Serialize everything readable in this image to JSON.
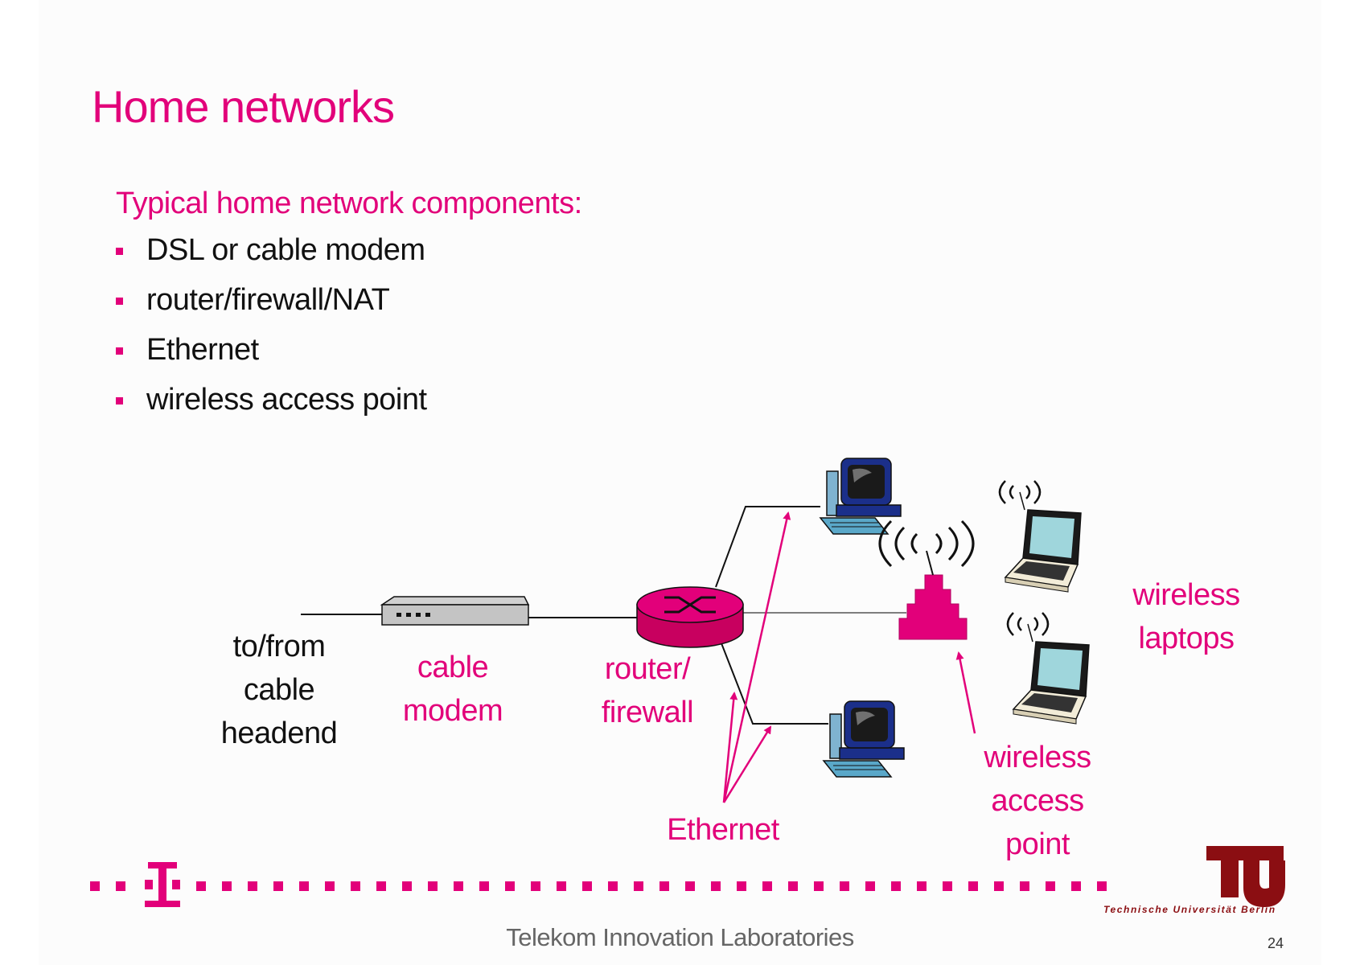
{
  "slide": {
    "title": "Home networks",
    "subtitle": "Typical home network components:",
    "bullets": [
      "DSL or cable modem",
      "router/firewall/NAT",
      "Ethernet",
      "wireless access point"
    ],
    "page_number": "24",
    "footer": "Telekom Innovation Laboratories"
  },
  "diagram": {
    "labels": {
      "headend": [
        "to/from",
        "cable",
        "headend"
      ],
      "cable_modem": [
        "cable",
        "modem"
      ],
      "router": [
        "router/",
        "firewall"
      ],
      "ethernet": "Ethernet",
      "access_point": [
        "wireless",
        "access",
        "point"
      ],
      "laptops": [
        "wireless",
        "laptops"
      ]
    },
    "icons": [
      "cable-modem-icon",
      "router-icon",
      "desktop-computer-icon",
      "wireless-access-point-icon",
      "laptop-icon"
    ]
  },
  "branding": {
    "telekom_logo": "T",
    "tu_logo_text": "TU berlin",
    "tu_caption": "Technische Universität Berlin"
  },
  "colors": {
    "accent": "#e2007a",
    "tu_red": "#8b0e12"
  }
}
